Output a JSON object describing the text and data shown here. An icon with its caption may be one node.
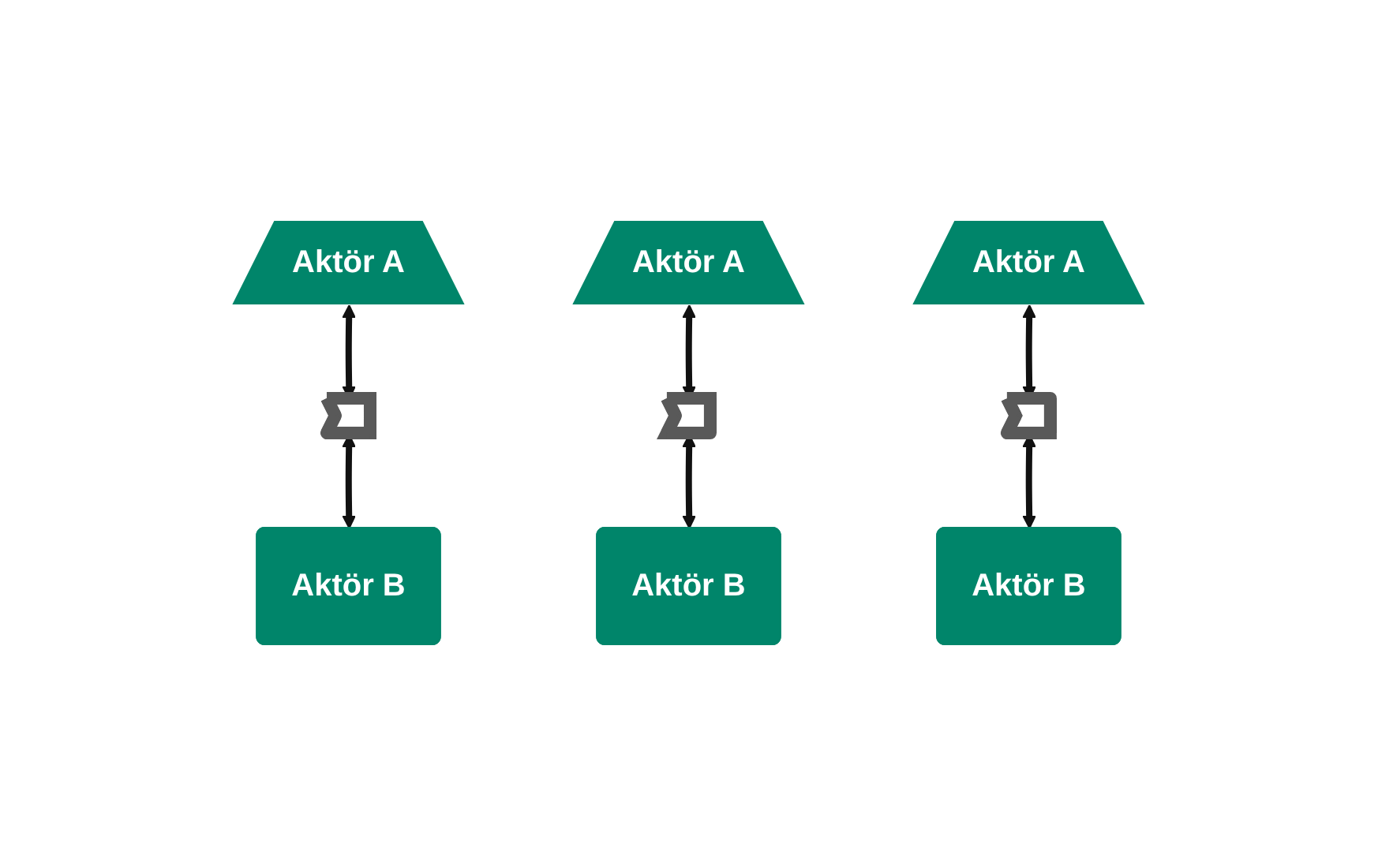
{
  "diagram": {
    "nodes": [
      {
        "text": [
          "Aktör A"
        ]
      },
      {
        "text": [
          "Aktör A"
        ]
      },
      {
        "text": [
          "Aktör A"
        ]
      },
      {
        "text": [],
        "shape": "chevron"
      },
      {
        "text": [],
        "shape": "chevron"
      },
      {
        "text": [],
        "shape": "chevron"
      },
      {
        "text": [
          "Aktör B"
        ]
      },
      {
        "text": [
          "Aktör B"
        ]
      },
      {
        "text": [
          "Aktör B"
        ]
      }
    ],
    "edges": [
      {
        "from": 0,
        "to": 3,
        "arrow": "both"
      },
      {
        "from": 3,
        "to": 6,
        "arrow": "both"
      },
      {
        "from": 1,
        "to": 4,
        "arrow": "both"
      },
      {
        "from": 4,
        "to": 7,
        "arrow": "both"
      },
      {
        "from": 2,
        "to": 5,
        "arrow": "both"
      },
      {
        "from": 5,
        "to": 8,
        "arrow": "both"
      }
    ]
  }
}
